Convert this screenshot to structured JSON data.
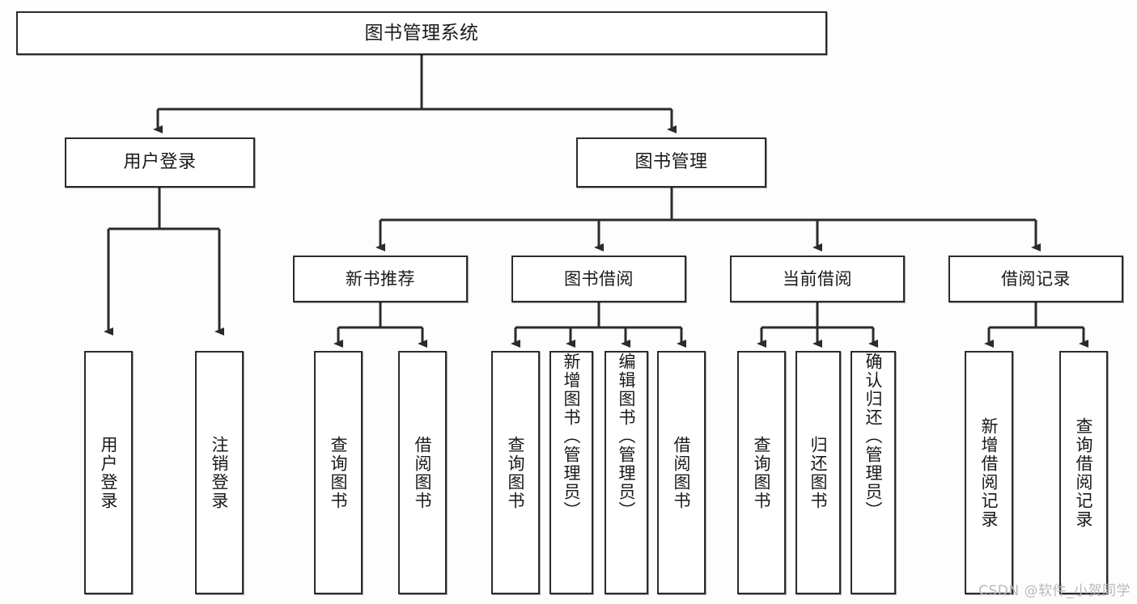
{
  "diagram": {
    "type": "tree-hierarchy",
    "title": "图书管理系统",
    "root": {
      "id": "root",
      "label": "图书管理系统"
    },
    "level1": [
      {
        "id": "user-login",
        "label": "用户登录"
      },
      {
        "id": "book-manage",
        "label": "图书管理"
      }
    ],
    "level2": [
      {
        "id": "new-book-rec",
        "label": "新书推荐",
        "parent": "book-manage"
      },
      {
        "id": "book-borrow",
        "label": "图书借阅",
        "parent": "book-manage"
      },
      {
        "id": "current-borrow",
        "label": "当前借阅",
        "parent": "book-manage"
      },
      {
        "id": "borrow-record",
        "label": "借阅记录",
        "parent": "book-manage"
      }
    ],
    "leaves": [
      {
        "id": "leaf-user-login",
        "label": "用户登录",
        "parent": "user-login"
      },
      {
        "id": "leaf-logout",
        "label": "注销登录",
        "parent": "user-login"
      },
      {
        "id": "leaf-query-book-1",
        "label": "查询图书",
        "parent": "new-book-rec"
      },
      {
        "id": "leaf-borrow-book-1",
        "label": "借阅图书",
        "parent": "new-book-rec"
      },
      {
        "id": "leaf-query-book-2",
        "label": "查询图书",
        "parent": "book-borrow"
      },
      {
        "id": "leaf-add-book",
        "label": "新增图书（管理员）",
        "parent": "book-borrow"
      },
      {
        "id": "leaf-edit-book",
        "label": "编辑图书（管理员）",
        "parent": "book-borrow"
      },
      {
        "id": "leaf-borrow-book-2",
        "label": "借阅图书",
        "parent": "book-borrow"
      },
      {
        "id": "leaf-query-book-3",
        "label": "查询图书",
        "parent": "current-borrow"
      },
      {
        "id": "leaf-return-book",
        "label": "归还图书",
        "parent": "current-borrow"
      },
      {
        "id": "leaf-confirm-return",
        "label": "确认归还（管理员）",
        "parent": "current-borrow"
      },
      {
        "id": "leaf-add-record",
        "label": "新增借阅记录",
        "parent": "borrow-record"
      },
      {
        "id": "leaf-query-record",
        "label": "查询借阅记录",
        "parent": "borrow-record"
      }
    ],
    "colors": {
      "box_border": "#2b2b2b",
      "box_fill": "#ffffff",
      "connector": "#2b2b2b",
      "text": "#1a1a1a",
      "watermark": "#b9b9b9",
      "background": "#fdfdfd"
    }
  },
  "watermark": {
    "text": "CSDN @软件_小贺同学"
  }
}
